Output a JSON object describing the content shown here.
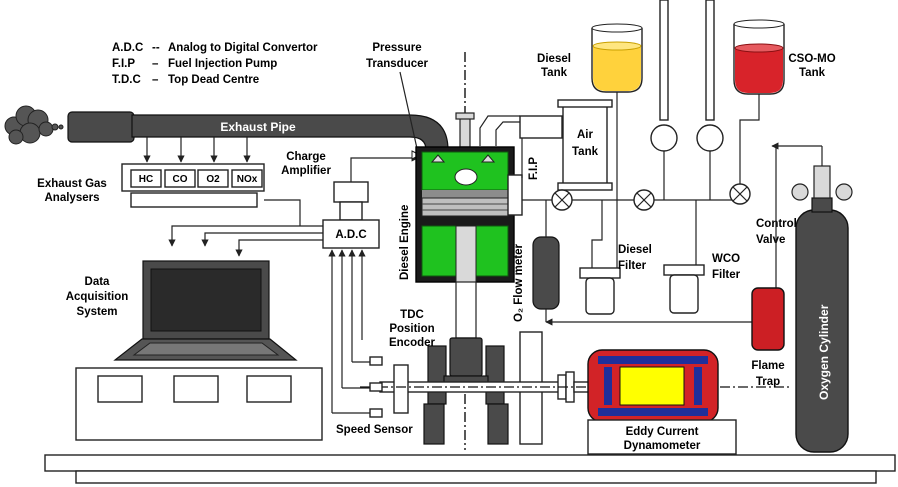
{
  "legend": [
    {
      "abbr": "A.D.C",
      "sep": "--",
      "text": "Analog to Digital Convertor"
    },
    {
      "abbr": "F.I.P",
      "sep": "–",
      "text": "Fuel Injection Pump"
    },
    {
      "abbr": "T.D.C",
      "sep": "–",
      "text": "Top Dead Centre"
    }
  ],
  "labels": {
    "exhaust_pipe": "Exhaust Pipe",
    "pressure_transducer_1": "Pressure",
    "pressure_transducer_2": "Transducer",
    "diesel_tank_1": "Diesel",
    "diesel_tank_2": "Tank",
    "cso_tank_1": "CSO-MO",
    "cso_tank_2": "Tank",
    "air_tank_1": "Air",
    "air_tank_2": "Tank",
    "fip": "F.I.P",
    "charge_amp_1": "Charge",
    "charge_amp_2": "Amplifier",
    "exhaust_analysers_1": "Exhaust Gas",
    "exhaust_analysers_2": "Analysers",
    "adc": "A.D.C",
    "diesel_engine": "Diesel Engine",
    "o2_flow_meter": "O₂ Flow meter",
    "diesel_filter_1": "Diesel",
    "diesel_filter_2": "Filter",
    "wco_filter_1": "WCO",
    "wco_filter_2": "Filter",
    "control_valve_1": "Control",
    "control_valve_2": "Valve",
    "oxygen_cylinder": "Oxygen Cylinder",
    "das_1": "Data",
    "das_2": "Acquisition",
    "das_3": "System",
    "tdc_encoder_1": "TDC",
    "tdc_encoder_2": "Position",
    "tdc_encoder_3": "Encoder",
    "speed_sensor": "Speed Sensor",
    "flame_trap_1": "Flame",
    "flame_trap_2": "Trap",
    "dyno_1": "Eddy Current",
    "dyno_2": "Dynamometer"
  },
  "gases": [
    "HC",
    "CO",
    "O2",
    "NOx"
  ],
  "colors": {
    "engine_green": "#1fc21f",
    "diesel_fuel": "#ffd23c",
    "cso_fuel": "#d8232a",
    "flame_trap": "#cc1f24",
    "dyno_shell": "#d22327",
    "dyno_core": "#ffff00",
    "dyno_rotor": "#1f2f9a",
    "metal_dark": "#4a4a4a",
    "metal_light": "#d9d9d9"
  }
}
